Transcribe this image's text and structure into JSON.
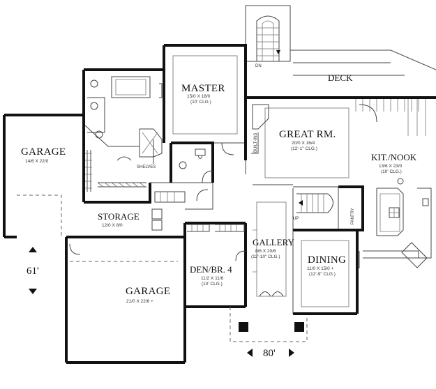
{
  "rooms": {
    "master": {
      "name": "MASTER",
      "size": "15/0 X 18/0",
      "ceiling": "(10' CLG.)"
    },
    "great_room": {
      "name": "GREAT RM.",
      "size": "20/0 X 16/4",
      "ceiling": "(12'-1\" CLG.)"
    },
    "kit_nook": {
      "name": "KIT./NOOK",
      "size": "13/6 X 23/0",
      "ceiling": "(10' CLG.)"
    },
    "garage_left": {
      "name": "GARAGE",
      "size": "14/6 X 22/0"
    },
    "storage": {
      "name": "STORAGE",
      "size": "12/0 X 8/0"
    },
    "gallery": {
      "name": "GALLERY",
      "size": "8/6 X 20/6",
      "ceiling": "(12'-10\" CLG.)"
    },
    "dining": {
      "name": "DINING",
      "size": "11/0 X 15/0 +",
      "ceiling": "(12'-9\" CLG.)"
    },
    "den": {
      "name": "DEN/BR. 4",
      "size": "11/2 X 11/6",
      "ceiling": "(10' CLG.)"
    },
    "garage_main": {
      "name": "GARAGE",
      "size": "21/0 X 22/6 +"
    },
    "deck": {
      "name": "DECK"
    }
  },
  "labels": {
    "shelves": "SHELVES",
    "built_ins": "BUILT-INS",
    "pantry": "PANTRY",
    "dn": "DN",
    "up": "UP"
  },
  "dimensions": {
    "depth": "61'",
    "width": "80'"
  }
}
